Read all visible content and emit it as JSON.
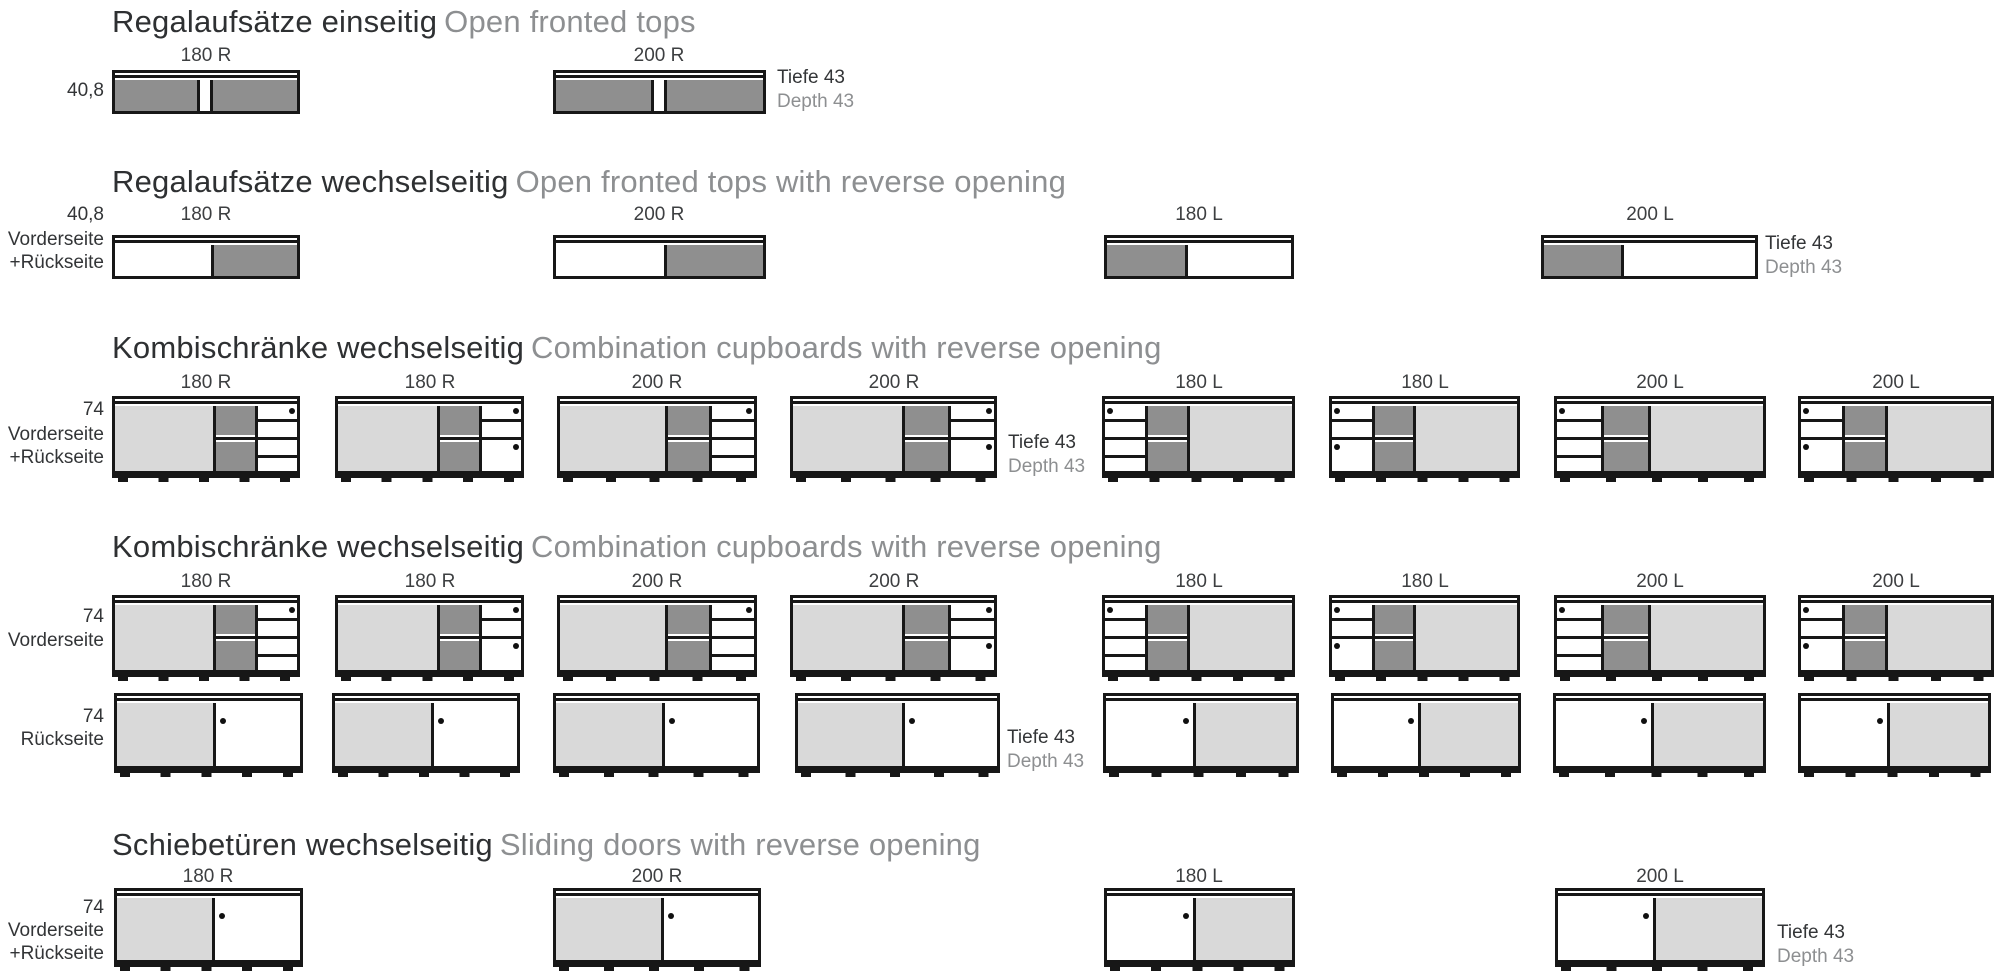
{
  "colors": {
    "dark_gray": "#8f8f8f",
    "light_gray": "#d9d9d9",
    "outline": "#171717",
    "heading_de": "#2e3032",
    "heading_en": "#8d8f91"
  },
  "sections": [
    {
      "title_de": "Regalaufsätze einseitig",
      "title_en": "Open fronted tops",
      "row_label": "40,8",
      "boxes": [
        {
          "size": "180 R"
        },
        {
          "size": "200 R"
        }
      ],
      "depth_de": "Tiefe 43",
      "depth_en": "Depth 43"
    },
    {
      "title_de": "Regalaufsätze wechselseitig",
      "title_en": "Open fronted tops with reverse opening",
      "row_labels": [
        "40,8",
        "Vorderseite",
        "+Rückseite"
      ],
      "boxes": [
        {
          "size": "180 R"
        },
        {
          "size": "200 R"
        },
        {
          "size": "180 L"
        },
        {
          "size": "200 L"
        }
      ],
      "depth_de": "Tiefe 43",
      "depth_en": "Depth 43"
    },
    {
      "title_de": "Kombischränke wechselseitig",
      "title_en": "Combination cupboards with reverse opening",
      "row_labels": [
        "74",
        "Vorderseite",
        "+Rückseite"
      ],
      "boxes": [
        {
          "size": "180 R"
        },
        {
          "size": "180 R"
        },
        {
          "size": "200 R"
        },
        {
          "size": "200 R"
        },
        {
          "size": "180 L"
        },
        {
          "size": "180 L"
        },
        {
          "size": "200 L"
        },
        {
          "size": "200 L"
        }
      ],
      "depth_de": "Tiefe 43",
      "depth_en": "Depth 43"
    },
    {
      "title_de": "Kombischränke wechselseitig",
      "title_en": "Combination cupboards with reverse opening",
      "front_labels": [
        "74",
        "Vorderseite"
      ],
      "back_labels": [
        "74",
        "Rückseite"
      ],
      "boxes": [
        {
          "size": "180 R"
        },
        {
          "size": "180 R"
        },
        {
          "size": "200 R"
        },
        {
          "size": "200 R"
        },
        {
          "size": "180 L"
        },
        {
          "size": "180 L"
        },
        {
          "size": "200 L"
        },
        {
          "size": "200 L"
        }
      ],
      "depth_de": "Tiefe 43",
      "depth_en": "Depth 43"
    },
    {
      "title_de": "Schiebetüren wechselseitig",
      "title_en": "Sliding doors with reverse opening",
      "row_labels": [
        "74",
        "Vorderseite",
        "+Rückseite"
      ],
      "boxes": [
        {
          "size": "180 R"
        },
        {
          "size": "200 R"
        },
        {
          "size": "180 L"
        },
        {
          "size": "200 L"
        }
      ],
      "depth_de": "Tiefe 43",
      "depth_en": "Depth 43"
    }
  ]
}
